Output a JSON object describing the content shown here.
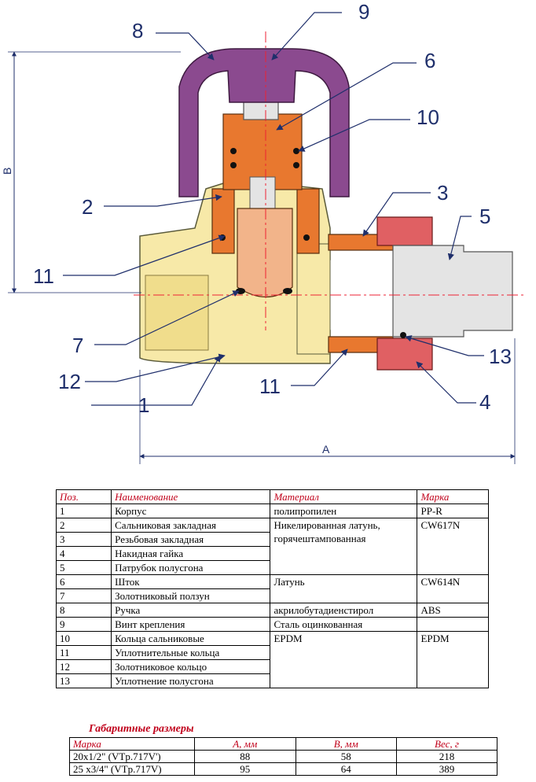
{
  "callouts": [
    "8",
    "9",
    "6",
    "10",
    "2",
    "3",
    "5",
    "11",
    "7",
    "12",
    "1",
    "11",
    "13",
    "4"
  ],
  "dimensions": {
    "a_label": "A",
    "b_label": "B"
  },
  "colors": {
    "body": "#f7e9a8",
    "brass": "#e8782f",
    "handle": "#8b4a8f",
    "nut": "#e06063",
    "steel": "#e4e4e4",
    "callout": "#1f2f6b",
    "header_red": "#c0001a"
  },
  "parts_table": {
    "headers": [
      "Поз.",
      "Наименование",
      "Материал",
      "Марка"
    ],
    "rows": [
      {
        "pos": "1",
        "name": "Корпус"
      },
      {
        "pos": "2",
        "name": "Сальниковая закладная"
      },
      {
        "pos": "3",
        "name": "Резьбовая закладная"
      },
      {
        "pos": "4",
        "name": "Накидная гайка"
      },
      {
        "pos": "5",
        "name": "Патрубок полусгона"
      },
      {
        "pos": "6",
        "name": "Шток"
      },
      {
        "pos": "7",
        "name": "Золотниковый ползун"
      },
      {
        "pos": "8",
        "name": "Ручка"
      },
      {
        "pos": "9",
        "name": "Винт крепления"
      },
      {
        "pos": "10",
        "name": "Кольца сальниковые"
      },
      {
        "pos": "11",
        "name": "Уплотнительные кольца"
      },
      {
        "pos": "12",
        "name": "Золотниковое кольцо"
      },
      {
        "pos": "13",
        "name": "Уплотнение полусгона"
      }
    ],
    "materials": {
      "m1": "полипропилен",
      "g1": "PP-R",
      "m2_5": "Никелированная латунь, горячештампованная",
      "g2_5": "CW617N",
      "m6_7": "Латунь",
      "g6_7": "CW614N",
      "m8": "акрилобутадиенстирол",
      "g8": "ABS",
      "m9": "Сталь оцинкованная",
      "g9": "",
      "m10_13": "EPDM",
      "g10_13": "EPDM"
    }
  },
  "dims_title": "Габаритные размеры",
  "dims_table": {
    "headers": [
      "Марка",
      "A, мм",
      "B, мм",
      "Вес, г"
    ],
    "rows": [
      {
        "mark": "20x1/2\" (VTp.717V')",
        "a": "88",
        "b": "58",
        "w": "218"
      },
      {
        "mark": "25 x3/4\" (VTp.717V)",
        "a": "95",
        "b": "64",
        "w": "389"
      }
    ]
  }
}
